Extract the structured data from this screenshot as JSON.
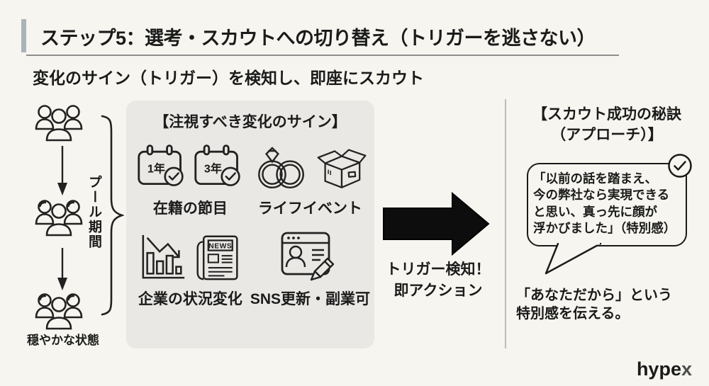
{
  "header": {
    "title": "ステップ5：選考・スカウトへの切り替え（トリガーを逃さない）"
  },
  "subtitle": "変化のサイン（トリガー）を検知し、即座にスカウト",
  "pool_flow": {
    "brace_label": "プール期間",
    "bottom_label": "穏やかな状態"
  },
  "signals_box": {
    "title": "【注視すべき変化のサイン】",
    "items": [
      {
        "label": "在籍の節目",
        "calendars": [
          "1年",
          "3年"
        ]
      },
      {
        "label": "ライフイベント"
      },
      {
        "label": "企業の状況変化",
        "news_masthead": "NEWS"
      },
      {
        "label": "SNS更新・副業可"
      }
    ]
  },
  "trigger": {
    "line1": "トリガー検知！",
    "line2": "即アクション"
  },
  "approach_panel": {
    "title_line1": "【スカウト成功の秘訣",
    "title_line2": "（アプローチ）】",
    "quote_lines": [
      "「以前の話を踏まえ、",
      "今の弊社なら実現できる",
      "と思い、真っ先に顔が",
      "浮かびました」（特別感）"
    ],
    "note_line1": "「あなただから」という",
    "note_line2": "特別感を伝える。"
  },
  "logo": {
    "text_main": "hype",
    "text_x": "x"
  },
  "colors": {
    "page_bg": "#f6f5ef",
    "box_bg": "#e9e8e4",
    "accent_bar": "#a9b3ba",
    "ink": "#1b1b1b",
    "divider": "#bcbcbc"
  }
}
